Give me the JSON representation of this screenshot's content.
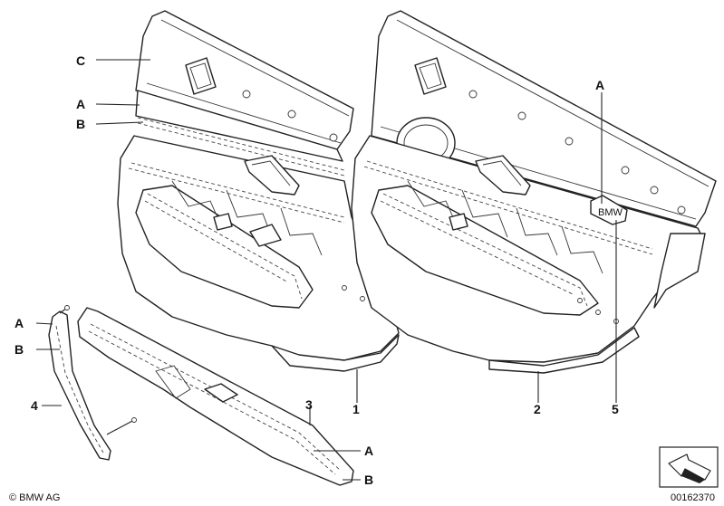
{
  "labels": {
    "c_top": "C",
    "a_left": "A",
    "b_left": "B",
    "a_right": "A",
    "a_small": "A",
    "b_small": "B",
    "four": "4",
    "three": "3",
    "a_armrest": "A",
    "b_armrest": "B",
    "one": "1",
    "two": "2",
    "five": "5"
  },
  "emblem_text": "BMW",
  "footer": {
    "copyright": "© BMW AG",
    "diagram_number": "00162370"
  },
  "colors": {
    "line": "#222222",
    "background": "#ffffff"
  },
  "icons": {
    "corner_mark": "arrow-corner-icon"
  }
}
